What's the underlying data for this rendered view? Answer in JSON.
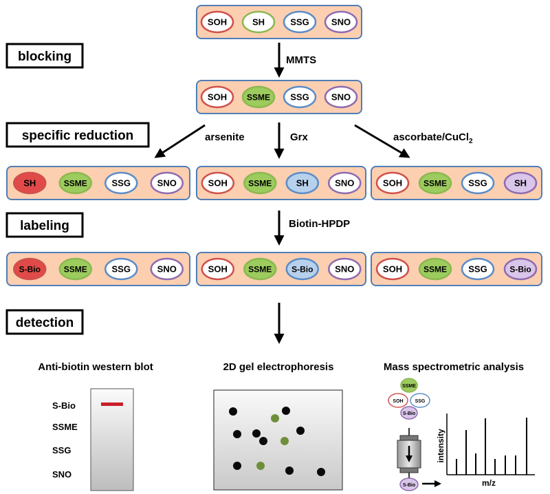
{
  "colors": {
    "bar_fill": "#FBCFB0",
    "bar_stroke": "#4F7DB8",
    "red": "#D0504B",
    "green": "#8CB850",
    "blue": "#5B8CC8",
    "purple": "#8E6BB0",
    "fill_red": "#E04A48",
    "fill_green": "#9CCB5E",
    "fill_blue": "#B7D1EC",
    "fill_purple": "#D9C6EA",
    "band_red": "#C8202A",
    "gel_spot": "#0A0A0A",
    "gel_spot_green": "#6E8F3A"
  },
  "steps": {
    "blocking": "blocking",
    "reduction": "specific reduction",
    "labeling": "labeling",
    "detection": "detection"
  },
  "reagents": {
    "mmts": "MMTS",
    "arsenite": "arsenite",
    "grx": "Grx",
    "ascorbate": "ascorbate/CuCl",
    "ascorbate_sub": "2",
    "biotin": "Biotin-HPDP"
  },
  "initial": [
    {
      "label": "SOH",
      "ring": "red",
      "fill": "none"
    },
    {
      "label": "SH",
      "ring": "green",
      "fill": "none"
    },
    {
      "label": "SSG",
      "ring": "blue",
      "fill": "none"
    },
    {
      "label": "SNO",
      "ring": "purple",
      "fill": "none"
    }
  ],
  "blocked": [
    {
      "label": "SOH",
      "ring": "red",
      "fill": "none"
    },
    {
      "label": "SSME",
      "ring": "green",
      "fill": "green"
    },
    {
      "label": "SSG",
      "ring": "blue",
      "fill": "none"
    },
    {
      "label": "SNO",
      "ring": "purple",
      "fill": "none"
    }
  ],
  "reduced": [
    [
      {
        "label": "SH",
        "ring": "red",
        "fill": "red"
      },
      {
        "label": "SSME",
        "ring": "green",
        "fill": "green"
      },
      {
        "label": "SSG",
        "ring": "blue",
        "fill": "none"
      },
      {
        "label": "SNO",
        "ring": "purple",
        "fill": "none"
      }
    ],
    [
      {
        "label": "SOH",
        "ring": "red",
        "fill": "none"
      },
      {
        "label": "SSME",
        "ring": "green",
        "fill": "green"
      },
      {
        "label": "SH",
        "ring": "blue",
        "fill": "blue"
      },
      {
        "label": "SNO",
        "ring": "purple",
        "fill": "none"
      }
    ],
    [
      {
        "label": "SOH",
        "ring": "red",
        "fill": "none"
      },
      {
        "label": "SSME",
        "ring": "green",
        "fill": "green"
      },
      {
        "label": "SSG",
        "ring": "blue",
        "fill": "none"
      },
      {
        "label": "SH",
        "ring": "purple",
        "fill": "purple"
      }
    ]
  ],
  "labeled": [
    [
      {
        "label": "S-Bio",
        "ring": "red",
        "fill": "red"
      },
      {
        "label": "SSME",
        "ring": "green",
        "fill": "green"
      },
      {
        "label": "SSG",
        "ring": "blue",
        "fill": "none"
      },
      {
        "label": "SNO",
        "ring": "purple",
        "fill": "none"
      }
    ],
    [
      {
        "label": "SOH",
        "ring": "red",
        "fill": "none"
      },
      {
        "label": "SSME",
        "ring": "green",
        "fill": "green"
      },
      {
        "label": "S-Bio",
        "ring": "blue",
        "fill": "blue"
      },
      {
        "label": "SNO",
        "ring": "purple",
        "fill": "none"
      }
    ],
    [
      {
        "label": "SOH",
        "ring": "red",
        "fill": "none"
      },
      {
        "label": "SSME",
        "ring": "green",
        "fill": "green"
      },
      {
        "label": "SSG",
        "ring": "blue",
        "fill": "none"
      },
      {
        "label": "S-Bio",
        "ring": "purple",
        "fill": "purple"
      }
    ]
  ],
  "detection": {
    "western": {
      "title": "Anti-biotin western blot",
      "rows": [
        "S-Bio",
        "SSME",
        "SSG",
        "SNO"
      ]
    },
    "gel": {
      "title": "2D gel electrophoresis"
    },
    "mass": {
      "title": "Mass spectrometric analysis",
      "cluster": [
        {
          "label": "SSME",
          "ring": "green",
          "fill": "green"
        },
        {
          "label": "SOH",
          "ring": "red",
          "fill": "none"
        },
        {
          "label": "SSG",
          "ring": "blue",
          "fill": "none"
        },
        {
          "label": "S-Bio",
          "ring": "purple",
          "fill": "purple"
        }
      ],
      "eluate": {
        "label": "S-Bio",
        "ring": "purple",
        "fill": "purple"
      },
      "xlabel": "m/z",
      "ylabel": "intensity"
    }
  }
}
